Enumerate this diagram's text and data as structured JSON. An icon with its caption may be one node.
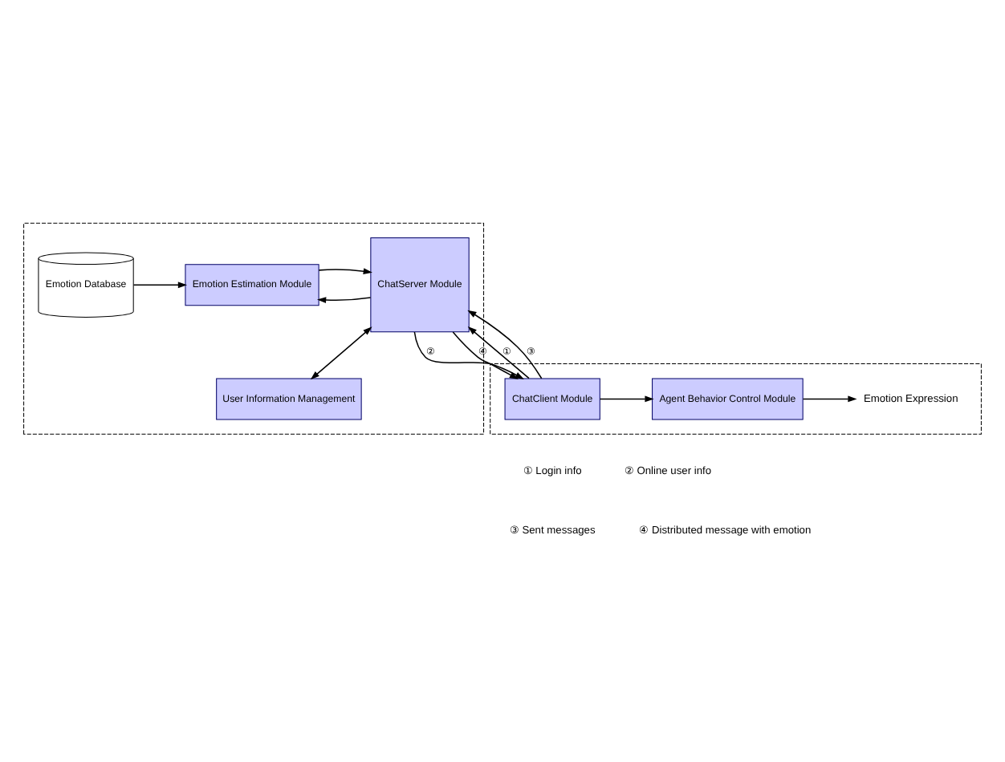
{
  "diagram": {
    "nodes": [
      {
        "text": [],
        "shape": "box"
      },
      {
        "text": [
          "ChatServer Module"
        ],
        "in": 0
      },
      {
        "text": [
          "User Information Management"
        ],
        "in": 0
      },
      {
        "text": [
          "Emotion Estimation Module"
        ],
        "in": 0
      },
      {
        "text": [
          "Emotion Database"
        ],
        "in": 0
      },
      {
        "text": [],
        "shape": "box"
      },
      {
        "text": [
          "ChatClient Module"
        ],
        "in": 5
      },
      {
        "text": [
          "Agent Behavior Control Module"
        ],
        "in": 5
      },
      {
        "text": [
          "Emotion Expression"
        ],
        "in": 5
      }
    ],
    "edges": [
      {
        "from": 1,
        "to": 2,
        "arrow": "both"
      },
      {
        "from": 1,
        "to": 3,
        "arrow": "to"
      },
      {
        "from": 3,
        "to": 1,
        "arrow": "to"
      },
      {
        "from": 4,
        "to": 3,
        "arrow": "to"
      },
      {
        "from": 6,
        "to": 1,
        "arrow": "to",
        "label": "①"
      },
      {
        "from": 1,
        "to": 6,
        "arrow": "to",
        "label": "②"
      },
      {
        "from": 6,
        "to": 1,
        "arrow": "to",
        "label": "③"
      },
      {
        "from": 1,
        "to": 6,
        "arrow": "to",
        "label": "④"
      },
      {
        "from": 6,
        "to": 7,
        "arrow": "to"
      },
      {
        "from": 7,
        "to": 8,
        "arrow": "to"
      }
    ],
    "labels": [
      "① Login info",
      "② Online user info",
      "③ Sent messages",
      "④ Distributed message with emotion"
    ]
  }
}
